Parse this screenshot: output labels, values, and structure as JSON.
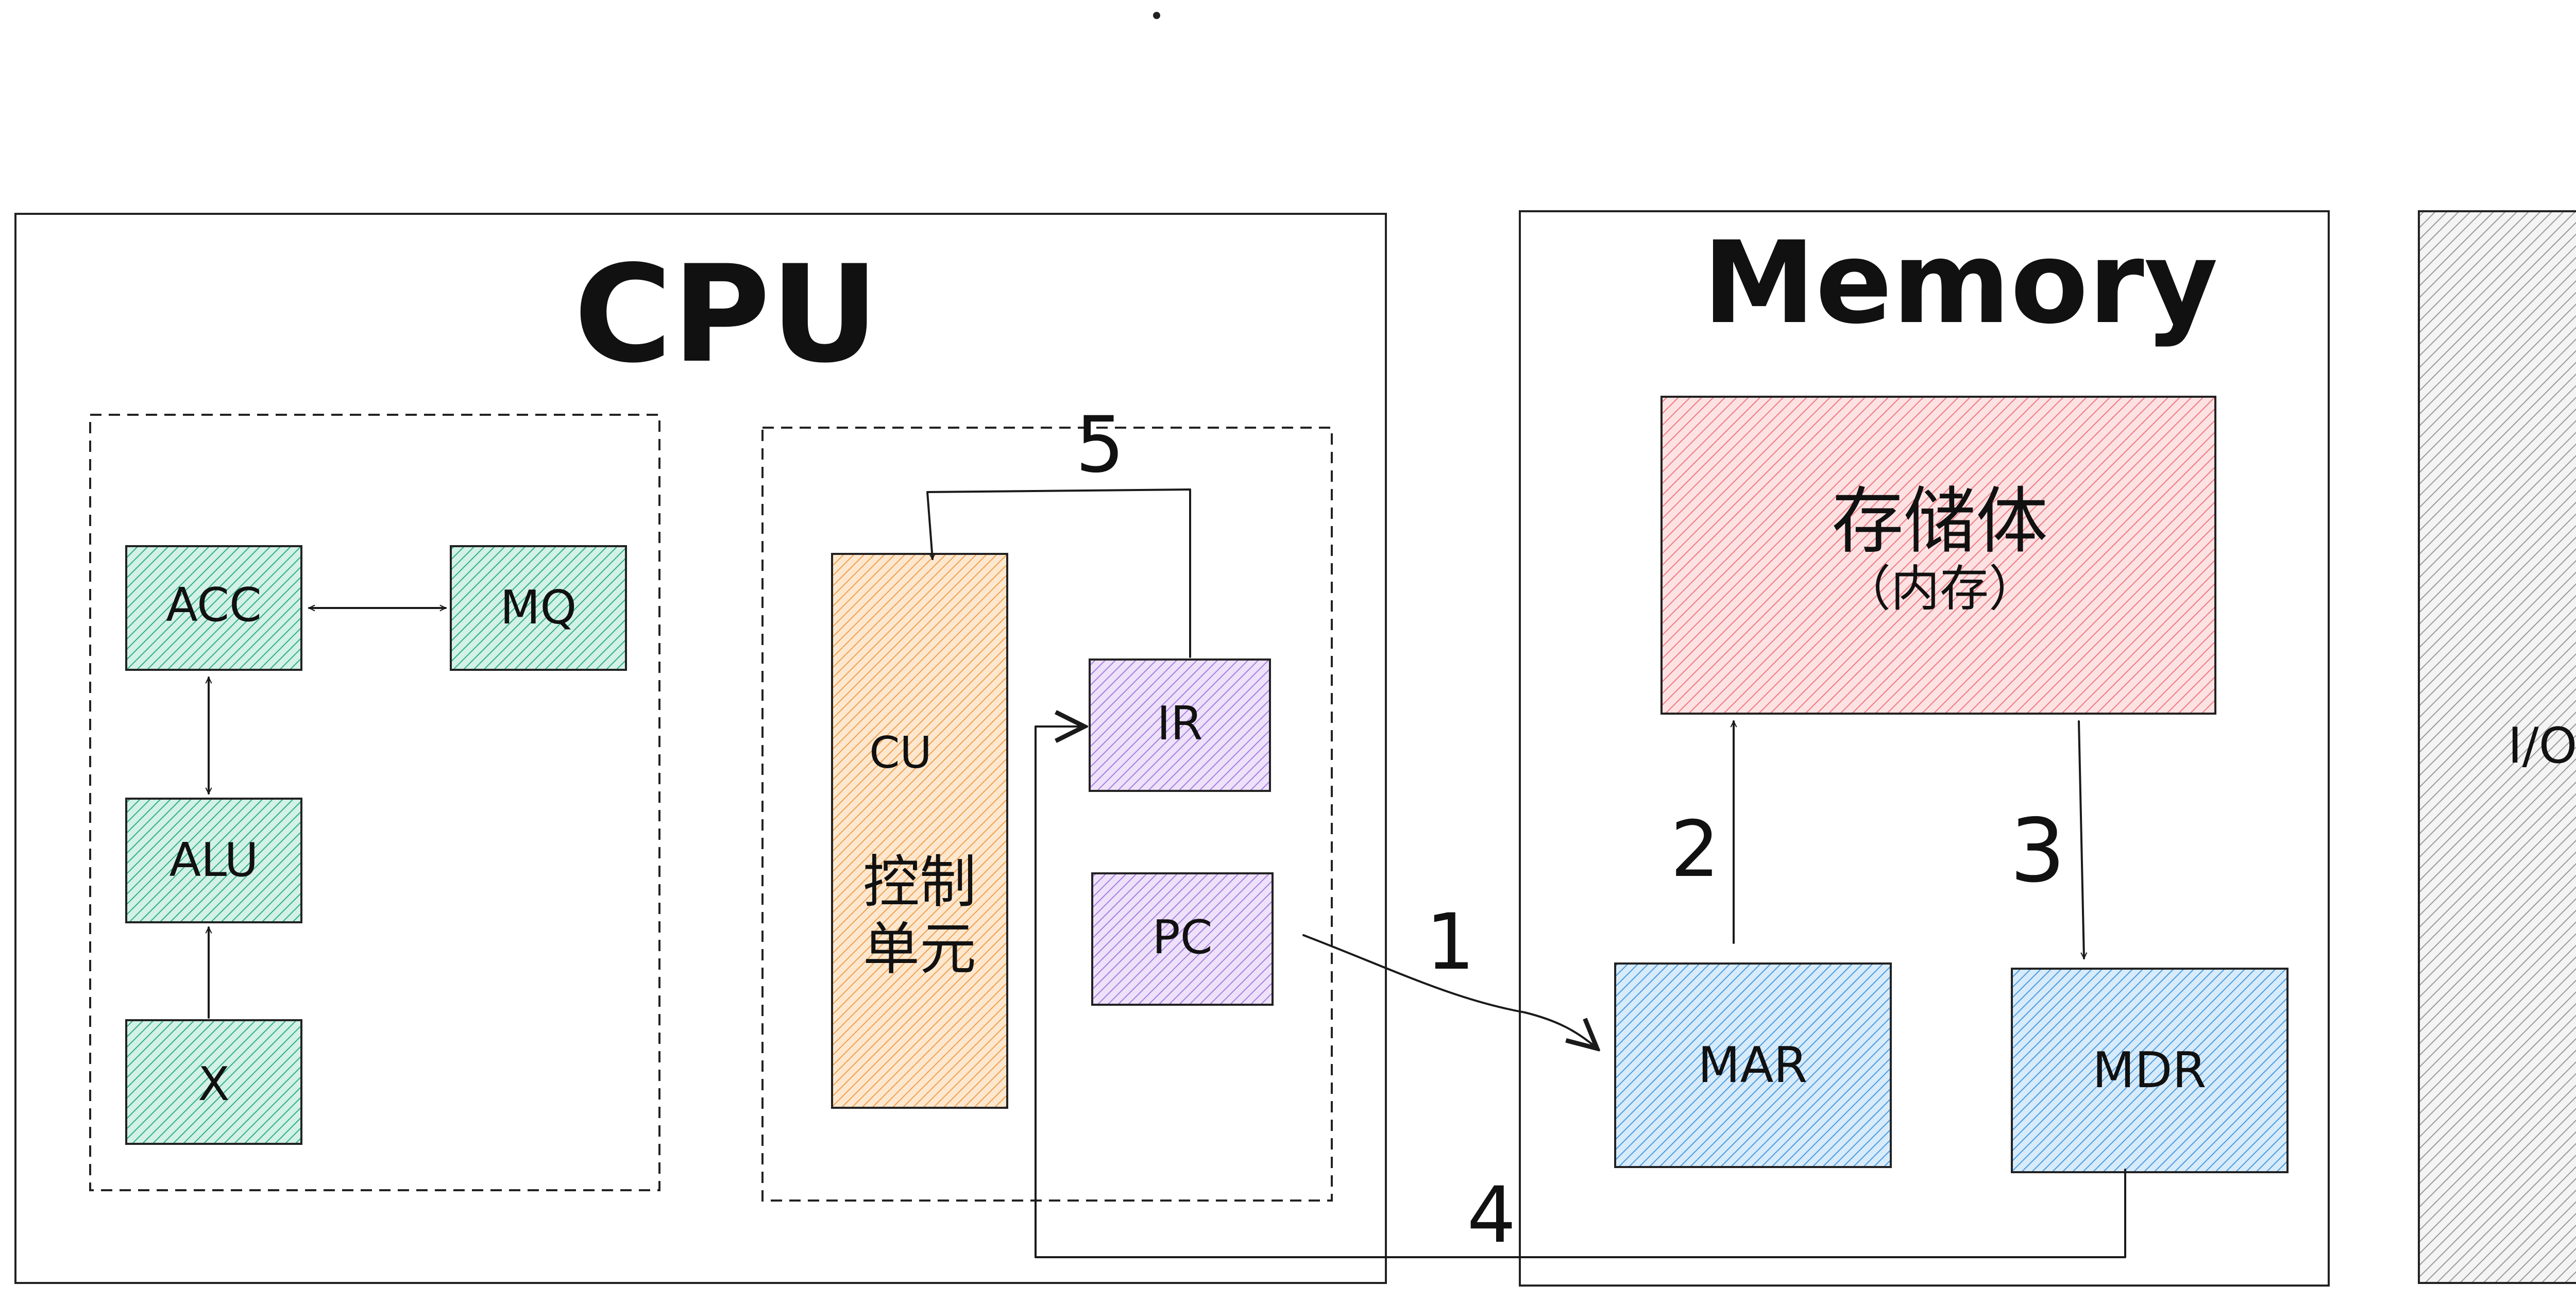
{
  "cpu": {
    "title": "CPU",
    "alu_group": {
      "acc": "ACC",
      "mq": "MQ",
      "alu": "ALU",
      "x": "X"
    },
    "control_group": {
      "cu_line1": "CU",
      "cu_line2": "控制",
      "cu_line3": "单元",
      "ir": "IR",
      "pc": "PC"
    }
  },
  "memory": {
    "title": "Memory",
    "storage_line1": "存储体",
    "storage_line2": "（内存）",
    "mar": "MAR",
    "mdr": "MDR"
  },
  "io": {
    "label": "I/O"
  },
  "steps": {
    "s1": "1",
    "s2": "2",
    "s3": "3",
    "s4": "4",
    "s5": "5"
  },
  "colors": {
    "green": "#2fb087",
    "orange": "#f0a050",
    "purple": "#a87de0",
    "blue": "#4a9ce0",
    "red": "#f07a80",
    "gray": "#9a9a9a"
  }
}
